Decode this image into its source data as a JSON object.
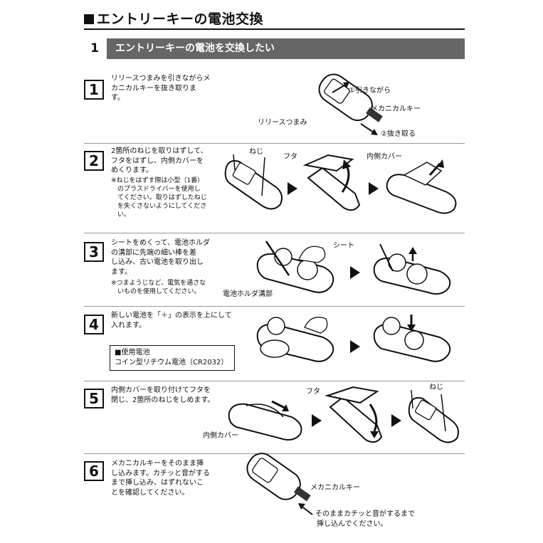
{
  "header": {
    "title": "エントリーキーの電池交換"
  },
  "section": {
    "number": "1",
    "title": "エントリーキーの電池を交換したい"
  },
  "steps": [
    {
      "number": "1",
      "lines": [
        "リリースつまみを引きながらメ",
        "カニカルキーを抜き取りま",
        "す。"
      ],
      "callouts": [
        "①引きながら",
        "メカニカルキー",
        "リリースつまみ",
        "②抜き取る"
      ]
    },
    {
      "number": "2",
      "lines": [
        "2箇所のねじを取りはずして、",
        "フタをはずし、内側カバーを",
        "めくります。"
      ],
      "note_lines": [
        "※ねじをはずす際は小型（1番）",
        "　のプラスドライバーを使用し",
        "　てください。取りはずしたねじ",
        "　を失くさないようにしてくださ",
        "　い。"
      ],
      "callouts": [
        "ねじ",
        "フタ",
        "内側カバー"
      ]
    },
    {
      "number": "3",
      "lines": [
        "シートをめくって、電池ホルダ",
        "の溝部に先端の細い棒を差",
        "し込み、古い電池を取り出し",
        "ます。"
      ],
      "note_lines": [
        "※つまようじなど、電気を通さな",
        "　いものを使用してください。"
      ],
      "callouts": [
        "シート",
        "電池ホルダ溝部"
      ]
    },
    {
      "number": "4",
      "lines": [
        "新しい電池を「＋」の表示を上にして",
        "入れます。"
      ],
      "battery_box": [
        "■使用電池",
        "コイン型リチウム電池（CR2032）"
      ]
    },
    {
      "number": "5",
      "lines": [
        "内側カバーを取り付けてフタを",
        "閉じ、2箇所のねじをしめます。"
      ],
      "callouts": [
        "フタ",
        "ねじ",
        "内側カバー"
      ]
    },
    {
      "number": "6",
      "lines": [
        "メカニカルキーをそのまま挿",
        "し込みます。カチッと音がする",
        "まで挿し込み、はずれないこ",
        "とを確認してください。"
      ],
      "callouts": [
        "メカニカルキー",
        "そのままカチッと音がするまで",
        "挿し込んでください。"
      ]
    }
  ]
}
